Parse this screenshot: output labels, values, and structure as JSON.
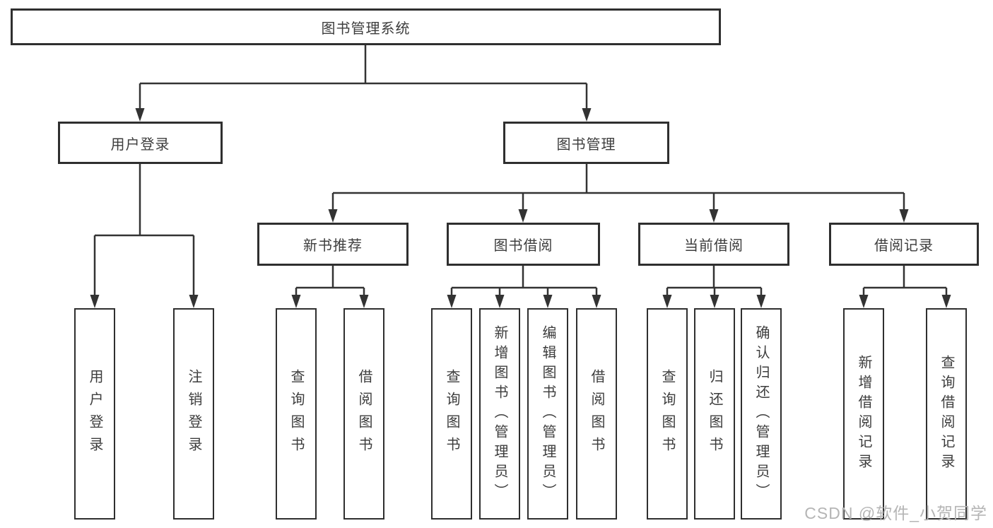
{
  "watermark": "CSDN @软件_小贺同学",
  "colors": {
    "line": "#333333",
    "border": "#2f2f2f",
    "text": "#3d3d3d",
    "background": "#ffffff",
    "watermark": "#b5b5b5"
  },
  "tree": {
    "label": "图书管理系统",
    "children": [
      {
        "label": "用户登录",
        "children": [
          {
            "label": "用户登录"
          },
          {
            "label": "注销登录"
          }
        ]
      },
      {
        "label": "图书管理",
        "children": [
          {
            "label": "新书推荐",
            "children": [
              {
                "label": "查询图书"
              },
              {
                "label": "借阅图书"
              }
            ]
          },
          {
            "label": "图书借阅",
            "children": [
              {
                "label": "查询图书"
              },
              {
                "label": "新增图书（管理员）"
              },
              {
                "label": "编辑图书（管理员）"
              },
              {
                "label": "借阅图书"
              }
            ]
          },
          {
            "label": "当前借阅",
            "children": [
              {
                "label": "查询图书"
              },
              {
                "label": "归还图书"
              },
              {
                "label": "确认归还（管理员）"
              }
            ]
          },
          {
            "label": "借阅记录",
            "children": [
              {
                "label": "新增借阅记录"
              },
              {
                "label": "查询借阅记录"
              }
            ]
          }
        ]
      }
    ]
  }
}
